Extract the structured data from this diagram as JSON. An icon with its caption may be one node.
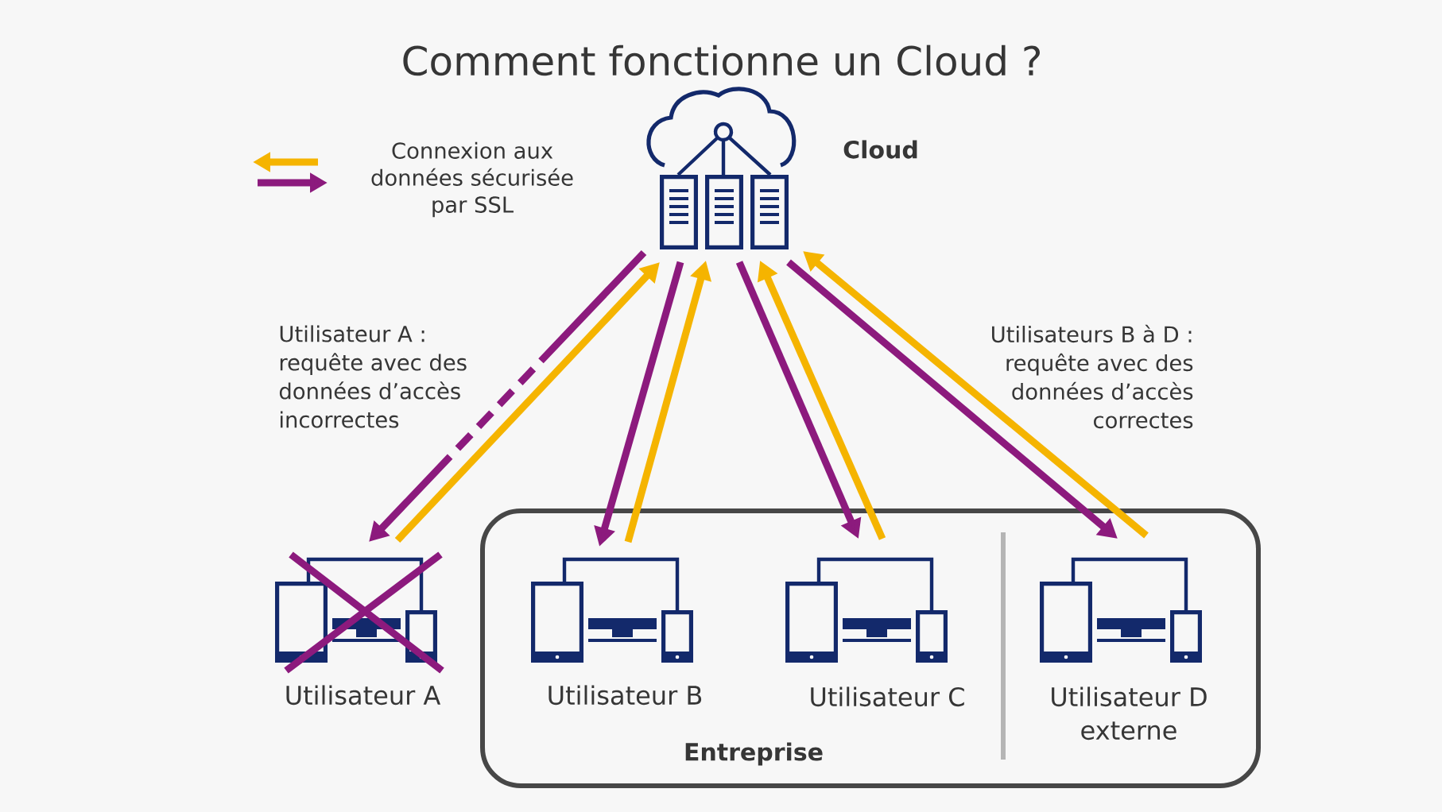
{
  "diagram": {
    "title": "Comment fonctionne un Cloud ?",
    "nodes": [
      {
        "text": [
          "Cloud"
        ]
      },
      {
        "text": [
          "Utilisateur A"
        ]
      },
      {
        "text": [
          "Entreprise"
        ]
      },
      {
        "text": [
          "Utilisateur B"
        ],
        "in": 2
      },
      {
        "text": [
          "Utilisateur C"
        ],
        "in": 2
      },
      {
        "text": [
          "Utilisateur D externe"
        ],
        "in": 2
      }
    ],
    "edges": [
      {
        "from": 0,
        "to": 1,
        "arrow": "to",
        "style": "dashed",
        "color": "#8c1a7d"
      },
      {
        "from": 1,
        "to": 0,
        "arrow": "to",
        "color": "#f5b400"
      },
      {
        "from": 0,
        "to": 3,
        "arrow": "to",
        "color": "#8c1a7d"
      },
      {
        "from": 3,
        "to": 0,
        "arrow": "to",
        "color": "#f5b400"
      },
      {
        "from": 0,
        "to": 4,
        "arrow": "to",
        "color": "#8c1a7d"
      },
      {
        "from": 4,
        "to": 0,
        "arrow": "to",
        "color": "#f5b400"
      },
      {
        "from": 0,
        "to": 5,
        "arrow": "to",
        "color": "#8c1a7d"
      },
      {
        "from": 5,
        "to": 0,
        "arrow": "to",
        "color": "#f5b400"
      }
    ],
    "labels": [
      "Utilisateur A : requête avec des données d’accès incorrectes",
      "Utilisateurs B à D : requête avec des données d’accès correctes"
    ],
    "legend": [
      {
        "text": "Connexion aux données sécurisée par SSL"
      }
    ]
  }
}
